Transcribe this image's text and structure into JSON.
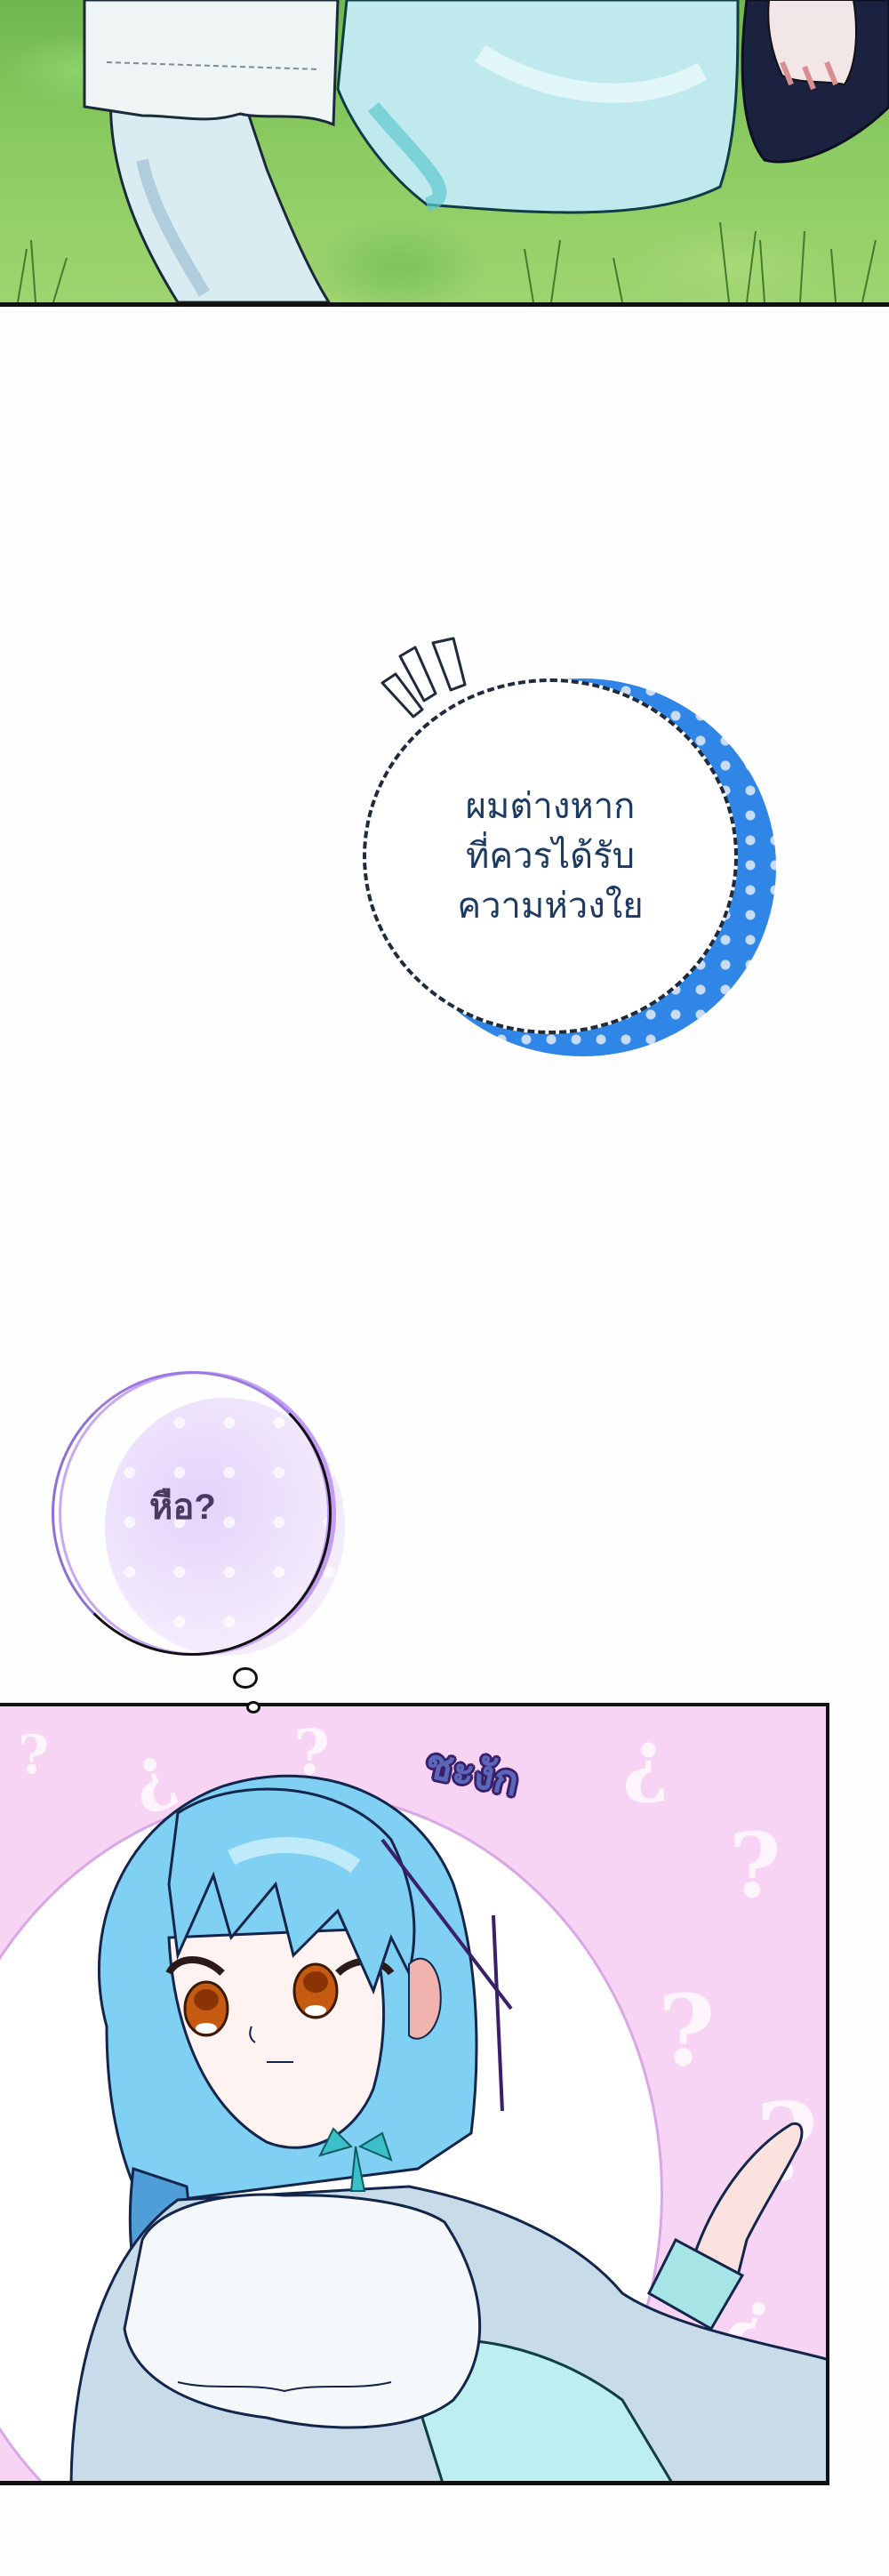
{
  "page": {
    "type": "webtoon-page",
    "background_color": "#fefefe"
  },
  "panels": [
    {
      "id": "panel-1",
      "description": "Close-up of a child's legs in a white-and-aqua nightgown kneeling on sunlit grass, with an adult's hand on a dark navy garment at right",
      "colors": {
        "grass": "#8ccc62",
        "dress": "#bfe9ec",
        "fabric_dark": "#1b2240",
        "border": "#111111"
      }
    },
    {
      "id": "panel-2",
      "description": "Blue-haired girl with braided hair and orange eyes, in a white frilled capelet with an aqua ribbon, raising one hand; pink background with white question-mark pattern",
      "sfx": "ชะงัก",
      "colors": {
        "background": "#f8d4f4",
        "hair": "#7fd0f2",
        "eyes": "#c55a10",
        "ribbon": "#3bbfc9",
        "sfx_fill": "#5b67b8",
        "sfx_outline": "#3b1f6a"
      }
    }
  ],
  "bubbles": [
    {
      "id": "bubble-1",
      "style": "dashed-circle-with-blue-polka-dot-crescent",
      "emphasis_marks": 3,
      "lines": [
        "ผมต่างหาก",
        "ที่ควรได้รับ",
        "ความห่วงใย"
      ],
      "colors": {
        "text": "#1c3a62",
        "crescent": "#2f86e6",
        "dots": "#c9dcf5",
        "outline": "#1f2b3c"
      }
    },
    {
      "id": "bubble-2",
      "style": "thought-bubble-purple-tint",
      "text": "หือ?",
      "colors": {
        "text": "#4a3a62",
        "tint": "#e8dbfb",
        "rim": "#c39cf3"
      }
    }
  ]
}
